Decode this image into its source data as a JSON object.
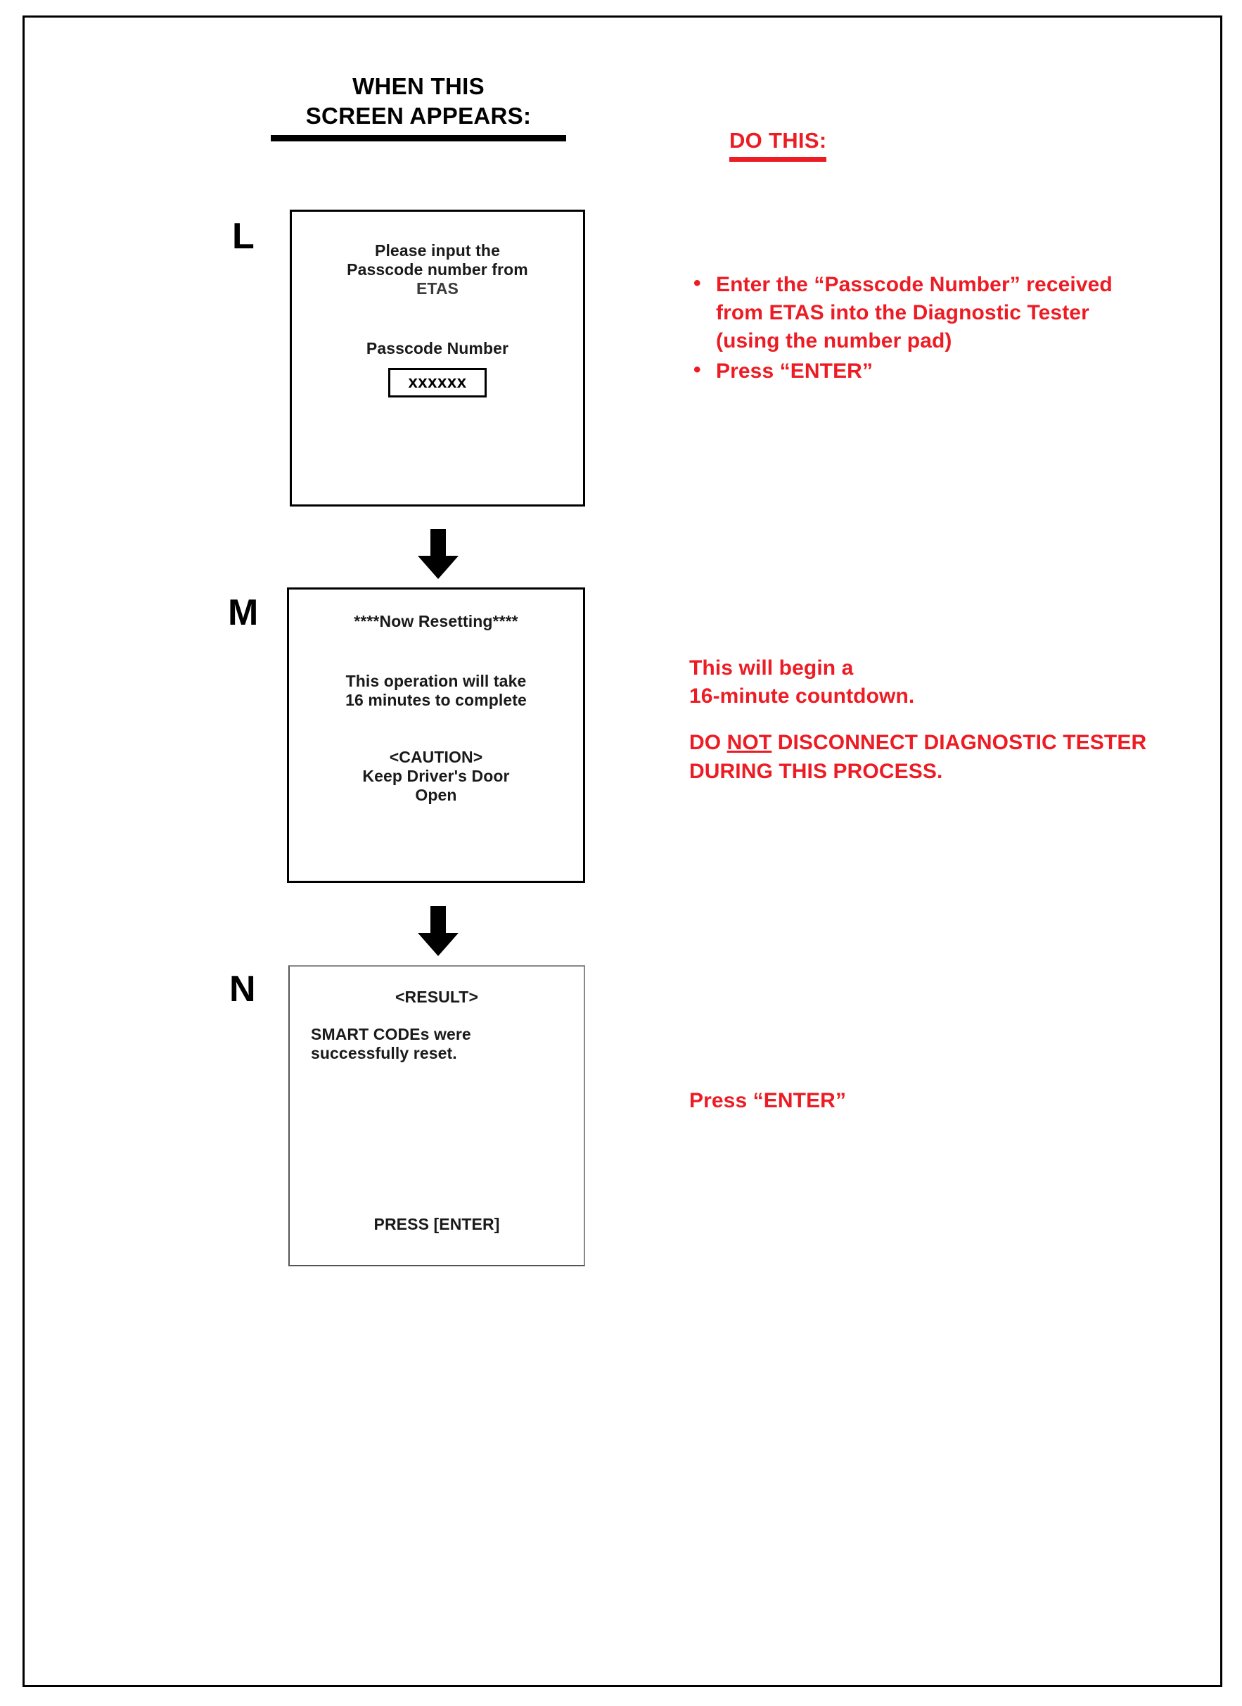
{
  "headings": {
    "left_line1": "WHEN THIS",
    "left_line2": "SCREEN APPEARS:",
    "right": "DO THIS:"
  },
  "colors": {
    "accent_red": "#ED1C24",
    "ink": "#000000"
  },
  "steps": [
    {
      "letter": "L",
      "screen": {
        "line1": "Please input the",
        "line2": "Passcode number from",
        "line3": "ETAS",
        "field_label": "Passcode Number",
        "field_value": "xxxxxx"
      },
      "instruction": {
        "bullets": [
          "Enter the “Passcode Number” received from  ETAS into the Diagnostic Tester (using the number pad)",
          "Press “ENTER”"
        ]
      }
    },
    {
      "letter": "M",
      "screen": {
        "line1": "****Now Resetting****",
        "line2": "This operation will take",
        "line3": "16 minutes to complete",
        "line4": "<CAUTION>",
        "line5": "Keep Driver's Door",
        "line6": "Open"
      },
      "instruction": {
        "para1_line1": "This will begin a",
        "para1_line2": "16-minute countdown.",
        "para2_pre": "DO ",
        "para2_underline": "NOT",
        "para2_post": " DISCONNECT DIAGNOSTIC TESTER DURING THIS PROCESS."
      }
    },
    {
      "letter": "N",
      "screen": {
        "line1": "<RESULT>",
        "line2": "SMART CODEs were",
        "line3": "successfully reset.",
        "footer": "PRESS [ENTER]"
      },
      "instruction": {
        "text": "Press “ENTER”"
      }
    }
  ],
  "icons": {
    "arrow": "arrow-down-icon"
  }
}
